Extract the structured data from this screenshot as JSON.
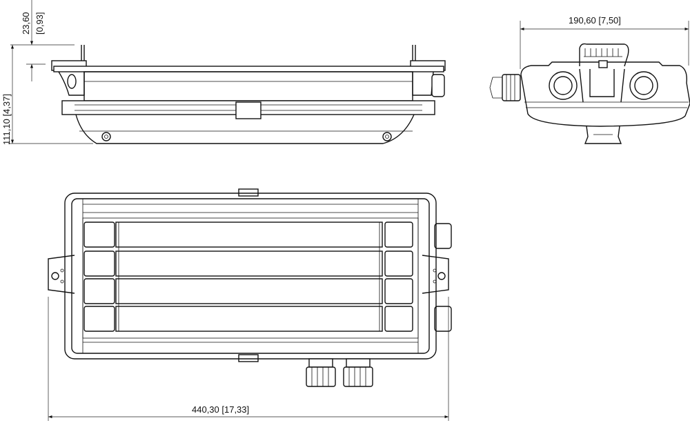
{
  "drawing": {
    "dimensions": {
      "overhang_height": {
        "metric": "23,60",
        "imperial": "[0,93]"
      },
      "total_height": {
        "label": "111,10  [4,37]"
      },
      "width": {
        "label": "190,60  [7,50]"
      },
      "length": {
        "label": "440,30  [17,33]"
      }
    },
    "line_color": "#111111"
  }
}
